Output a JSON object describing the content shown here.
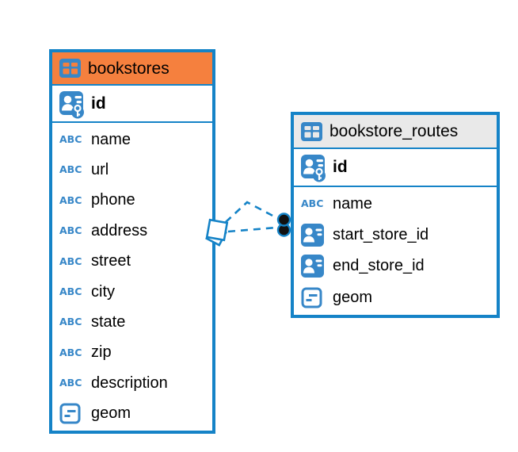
{
  "diagram": {
    "colors": {
      "accent": "#1583C7",
      "icon_blue": "#3787C8",
      "dot": "#111111",
      "header_orange": "#F5803E",
      "header_gray": "#E9E9E9",
      "background": "#FFFFFF",
      "text": "#000000"
    },
    "icon_glyphs": {
      "abc": "ABC"
    },
    "tables": [
      {
        "name": "bookstores",
        "header_color": "#F5803E",
        "primary_key": {
          "name": "id",
          "icon": "primary-key-icon"
        },
        "columns": [
          {
            "name": "name",
            "type": "text",
            "icon": "abc-icon"
          },
          {
            "name": "url",
            "type": "text",
            "icon": "abc-icon"
          },
          {
            "name": "phone",
            "type": "text",
            "icon": "abc-icon"
          },
          {
            "name": "address",
            "type": "text",
            "icon": "abc-icon"
          },
          {
            "name": "street",
            "type": "text",
            "icon": "abc-icon"
          },
          {
            "name": "city",
            "type": "text",
            "icon": "abc-icon"
          },
          {
            "name": "state",
            "type": "text",
            "icon": "abc-icon"
          },
          {
            "name": "zip",
            "type": "text",
            "icon": "abc-icon"
          },
          {
            "name": "description",
            "type": "text",
            "icon": "abc-icon"
          },
          {
            "name": "geom",
            "type": "geometry",
            "icon": "geometry-icon"
          }
        ]
      },
      {
        "name": "bookstore_routes",
        "header_color": "#E9E9E9",
        "primary_key": {
          "name": "id",
          "icon": "primary-key-icon"
        },
        "columns": [
          {
            "name": "name",
            "type": "text",
            "icon": "abc-icon"
          },
          {
            "name": "start_store_id",
            "type": "reference",
            "icon": "person-card-icon"
          },
          {
            "name": "end_store_id",
            "type": "reference",
            "icon": "person-card-icon"
          },
          {
            "name": "geom",
            "type": "geometry",
            "icon": "geometry-icon"
          }
        ]
      }
    ],
    "relationship": {
      "between": [
        "bookstores",
        "bookstore_routes"
      ],
      "line_style": "dashed",
      "line_count": 2,
      "source_endpoint": "diamond",
      "target_endpoint": "double-dot",
      "color": "#1583C7"
    }
  }
}
